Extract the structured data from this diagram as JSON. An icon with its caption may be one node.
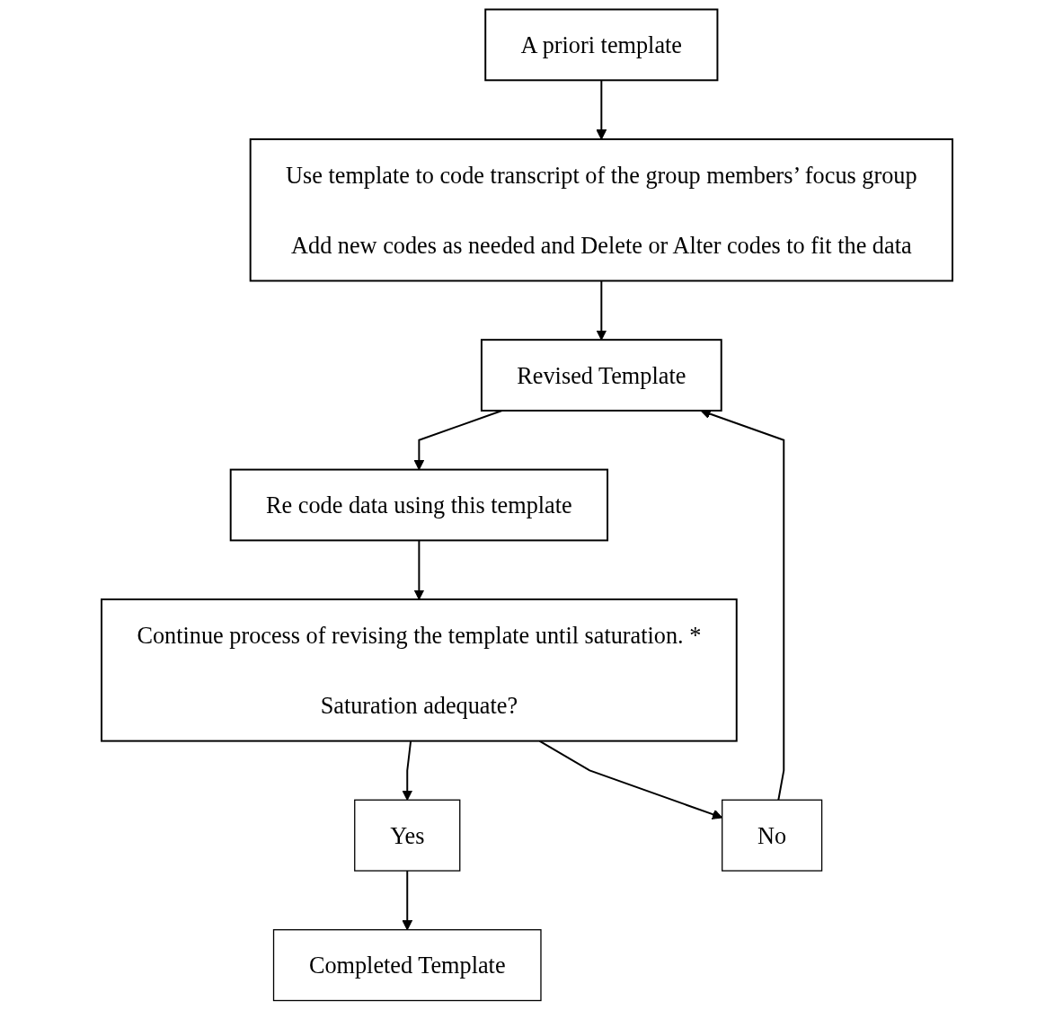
{
  "diagram": {
    "nodes": [
      {
        "text": [
          "A priori template"
        ]
      },
      {
        "text": [
          "Use template to code transcript of the group members’ focus group",
          "Add new codes as needed and Delete or Alter codes to fit the data"
        ]
      },
      {
        "text": [
          "Revised Template"
        ]
      },
      {
        "text": [
          "Re code data using this template"
        ]
      },
      {
        "text": [
          "Continue process of revising the template until saturation. *",
          "Saturation adequate?"
        ]
      },
      {
        "text": [
          "Yes"
        ]
      },
      {
        "text": [
          "No"
        ]
      },
      {
        "text": [
          "Completed Template"
        ]
      }
    ],
    "edges": [
      {
        "from": 0,
        "to": 1,
        "arrow": "to"
      },
      {
        "from": 1,
        "to": 2,
        "arrow": "to"
      },
      {
        "from": 2,
        "to": 3,
        "arrow": "to"
      },
      {
        "from": 3,
        "to": 4,
        "arrow": "to"
      },
      {
        "from": 4,
        "to": 5,
        "arrow": "to"
      },
      {
        "from": 4,
        "to": 6,
        "arrow": "to"
      },
      {
        "from": 5,
        "to": 7,
        "arrow": "to"
      },
      {
        "from": 6,
        "to": 2,
        "arrow": "to"
      }
    ]
  }
}
